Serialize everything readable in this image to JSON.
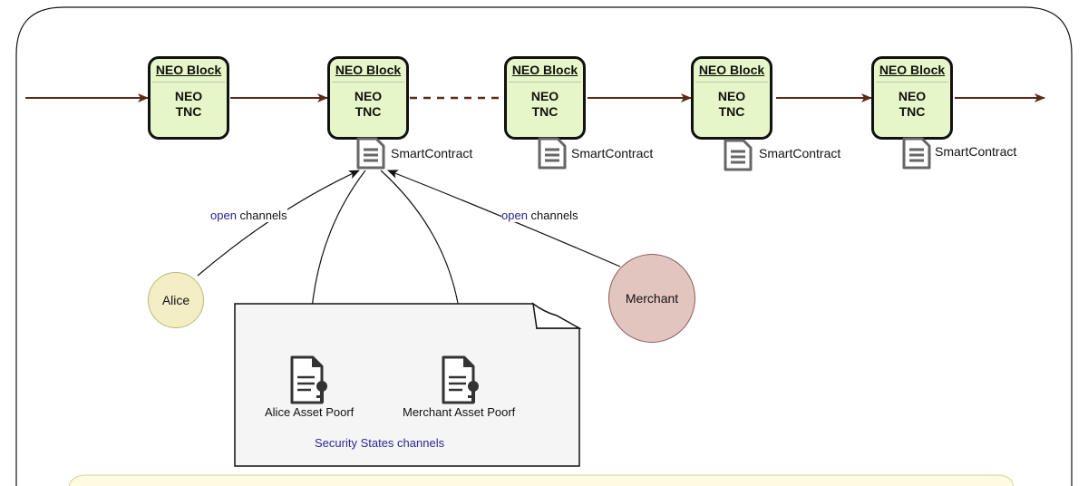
{
  "blocks": [
    {
      "title": "NEO Block",
      "line1": "NEO",
      "line2": "TNC"
    },
    {
      "title": "NEO Block",
      "line1": "NEO",
      "line2": "TNC"
    },
    {
      "title": "NEO Block",
      "line1": "NEO",
      "line2": "TNC"
    },
    {
      "title": "NEO Block",
      "line1": "NEO",
      "line2": "TNC"
    },
    {
      "title": "NEO Block",
      "line1": "NEO",
      "line2": "TNC"
    }
  ],
  "contracts": [
    {
      "label": "SmartContract",
      "icon": "document-icon"
    },
    {
      "label": "SmartContract",
      "icon": "document-icon"
    },
    {
      "label": "SmartContract",
      "icon": "document-icon"
    },
    {
      "label": "SmartContract",
      "icon": "document-icon"
    }
  ],
  "actors": {
    "alice": {
      "label": "Alice",
      "color": "#f3eec6"
    },
    "merchant": {
      "label": "Merchant",
      "color": "#e3c5c0"
    }
  },
  "edges": {
    "left": {
      "keyword": "open",
      "text": " channels"
    },
    "right": {
      "keyword": "open",
      "text": " channels"
    }
  },
  "note": {
    "title": "Security States channels",
    "proofs": [
      {
        "label": "Alice Asset Poorf",
        "icon": "document-key-icon"
      },
      {
        "label": "Merchant Asset Poorf",
        "icon": "document-key-icon"
      }
    ]
  },
  "colors": {
    "chain_arrow": "#5a2b17",
    "block_fill": "#e6f6c8",
    "note_fill": "#f6f6f6",
    "footer_fill": "#fffbe0"
  }
}
